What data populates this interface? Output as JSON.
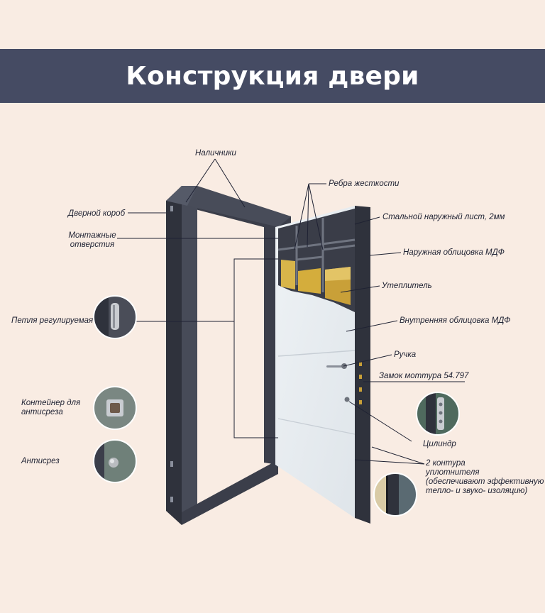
{
  "title": "Конструкция двери",
  "labels": {
    "nalichniki": "Наличники",
    "korob": "Дверной короб",
    "montazhnye_1": "Монтажные",
    "montazhnye_2": "отверстия",
    "petlya": "Петля регулируемая",
    "konteyner_1": "Контейнер для",
    "konteyner_2": "антисреза",
    "antisrez": "Антисрез",
    "rebra": "Ребра жесткости",
    "stalnoy": "Стальной наружный лист, 2мм",
    "naruzhnaya": "Наружная облицовка МДФ",
    "uteplitel": "Утеплитель",
    "vnutrennyaya": "Внутренняя облицовка МДФ",
    "ruchka": "Ручка",
    "zamok": "Замок моттура 54.797",
    "cilindr": "Цилиндр",
    "kontur_1": "2 контура",
    "kontur_2": "уплотнителя",
    "kontur_3": "(обеспечивают эффективную",
    "kontur_4": "тепло- и звуко- изоляцию)"
  },
  "colors": {
    "banner": "#454b63",
    "background": "#f9ece3",
    "frame": "#3b3e4a",
    "door_panel": "#e9eef2",
    "insulation": "#d8b54a",
    "lines": "#1f2233"
  },
  "icons": {
    "hinge": "hinge-icon",
    "container": "anti-cut-container-icon",
    "antisrez": "anti-cut-pin-icon",
    "cylinder": "lock-cylinder-icon",
    "seal": "door-seal-icon"
  }
}
